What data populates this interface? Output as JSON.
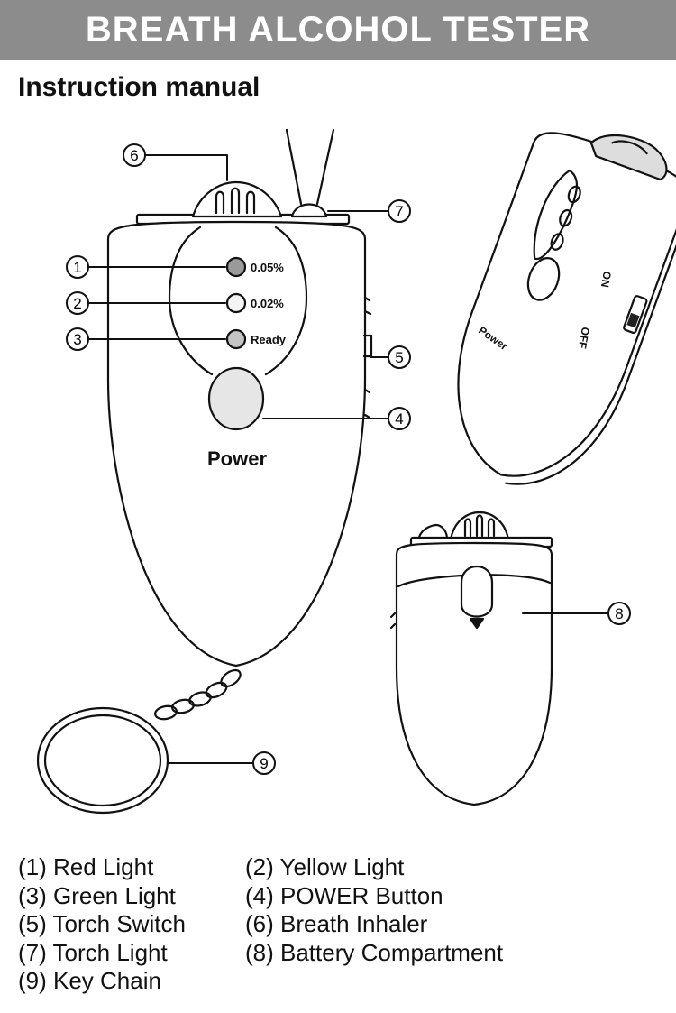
{
  "header": {
    "title": "BREATH ALCOHOL TESTER"
  },
  "subtitle": "Instruction manual",
  "device": {
    "indicator_labels": [
      "0.05%",
      "0.02%",
      "Ready"
    ],
    "power_label": "Power",
    "side_power_label": "Power",
    "side_switch_on": "ON",
    "side_switch_off": "OFF"
  },
  "callouts": [
    "1",
    "2",
    "3",
    "4",
    "5",
    "6",
    "7",
    "8",
    "9"
  ],
  "legend": [
    [
      "(1) Red Light",
      "(2) Yellow Light"
    ],
    [
      "(3) Green Light",
      "(4) POWER Button"
    ],
    [
      "(5) Torch Switch",
      "(6) Breath Inhaler"
    ],
    [
      "(7) Torch Light",
      "(8) Battery Compartment"
    ],
    [
      "(9) Key Chain",
      ""
    ]
  ],
  "colors": {
    "header_bg": "#8c8c8c",
    "red_light": "#9a9a9a",
    "yellow_light": "#f4f4f4",
    "green_light": "#c4c4c4",
    "power_button": "#e6e6e6"
  }
}
